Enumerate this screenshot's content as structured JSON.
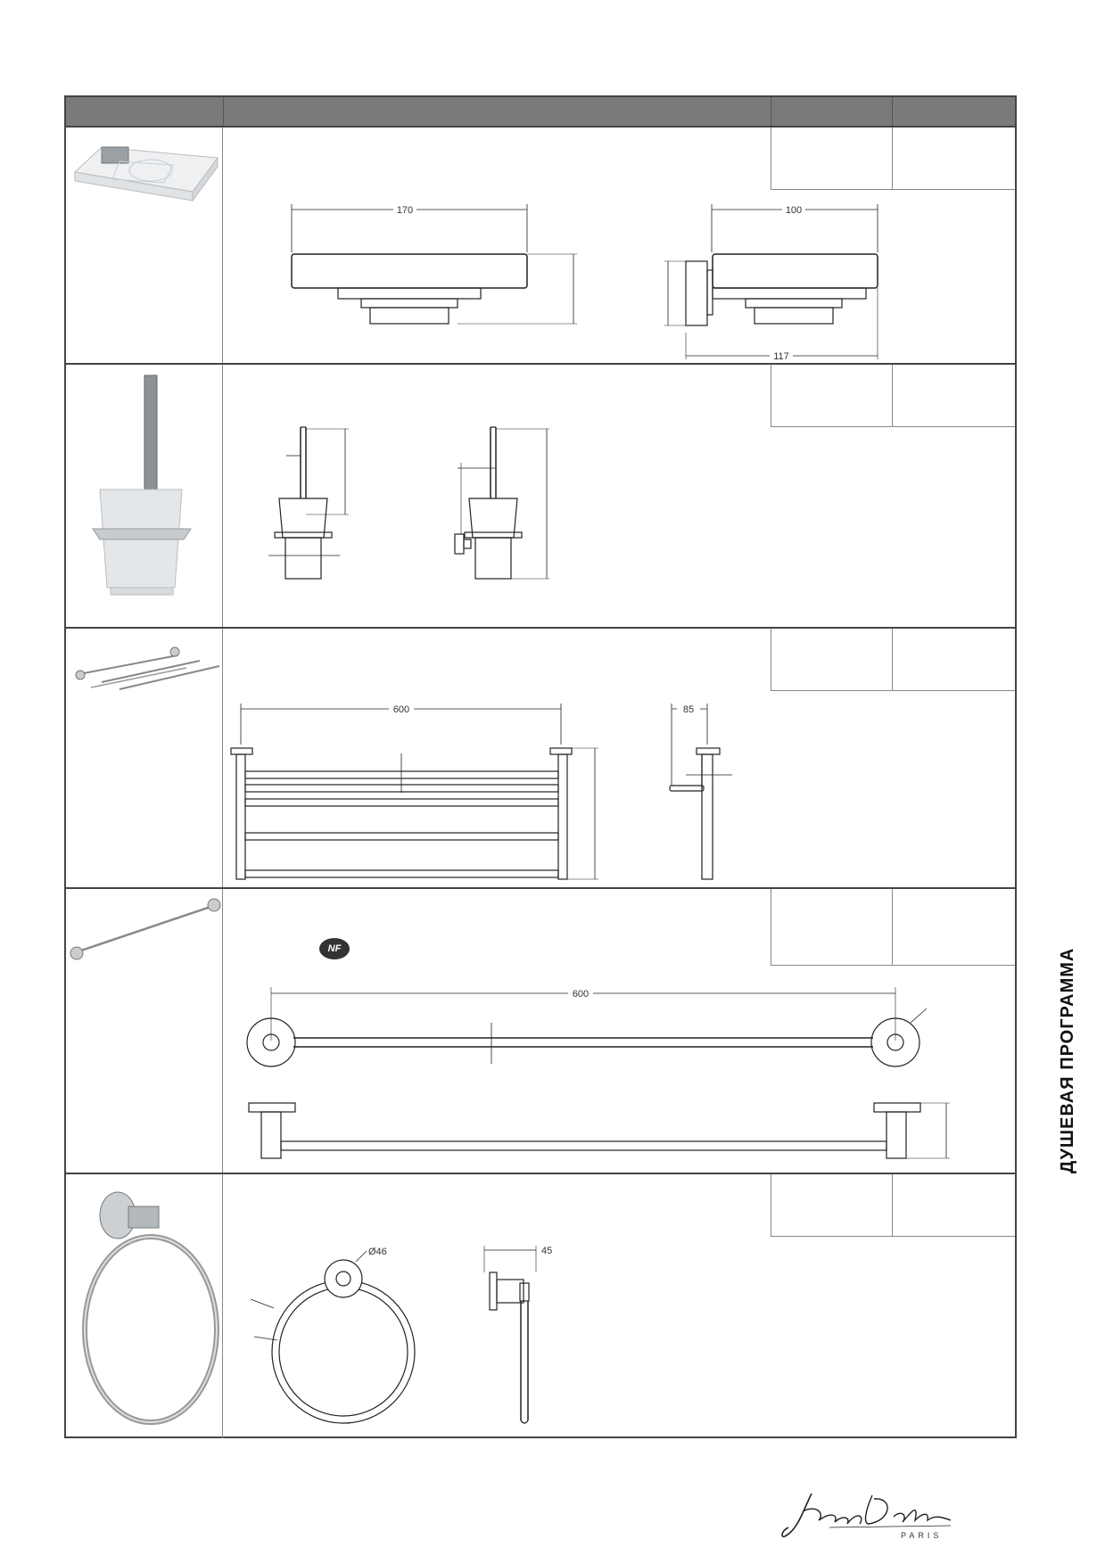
{
  "side_title": "ДУШЕВАЯ ПРОГРАММА",
  "brand": {
    "signature": "Jacob Delafon",
    "city": "PARIS"
  },
  "badges": {
    "nf": "NF"
  },
  "rows": [
    {
      "id": "soap-dish",
      "dims": [
        "170",
        "100",
        "117"
      ]
    },
    {
      "id": "toilet-brush",
      "dims": []
    },
    {
      "id": "towel-shelf",
      "dims": [
        "600",
        "85"
      ]
    },
    {
      "id": "towel-bar",
      "dims": [
        "600"
      ]
    },
    {
      "id": "towel-ring",
      "dims": [
        "Ø46",
        "45"
      ]
    }
  ]
}
